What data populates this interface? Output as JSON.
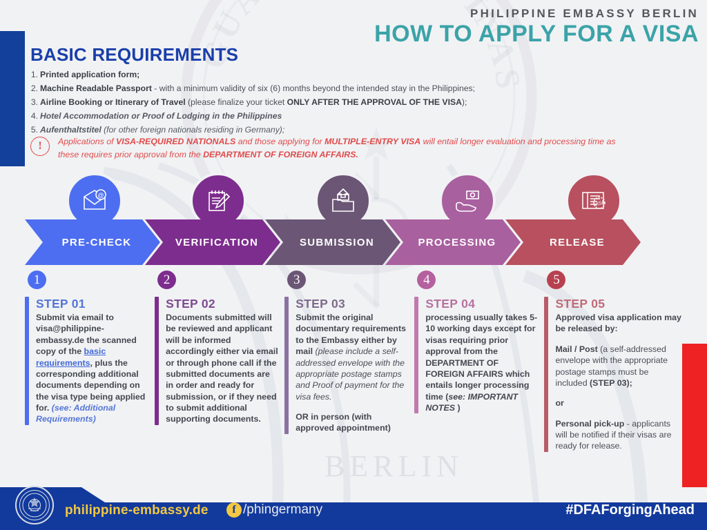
{
  "header": {
    "subtitle": "PHILIPPINE EMBASSY BERLIN",
    "title": "HOW TO APPLY FOR A VISA",
    "title_color": "#3ba3a8"
  },
  "requirements": {
    "heading": "BASIC REQUIREMENTS",
    "heading_color": "#1a3faa",
    "items": [
      {
        "num": "1.",
        "bold": "Printed application form;",
        "rest": ""
      },
      {
        "num": "2.",
        "bold": "Machine Readable Passport",
        "rest": " - with a minimum validity of six (6) months beyond the intended stay in the Philippines;"
      },
      {
        "num": "3.",
        "bold": "Airline Booking or Itinerary of Travel",
        "rest": " (please finalize your ticket ",
        "emph": "ONLY AFTER THE APPROVAL OF THE VISA",
        "tail": ");"
      },
      {
        "num": "4.",
        "bold_italic": "Hotel Accommodation or Proof of Lodging in the Philippines",
        "rest": ""
      },
      {
        "num": "5.",
        "bold_italic": "Aufenthaltstitel",
        "rest_italic": " (for other foreign nationals residing in Germany);"
      }
    ]
  },
  "notice": {
    "icon": "exclamation-icon",
    "color": "#e04b4b",
    "part1": "Applications of ",
    "b1": "VISA-REQUIRED NATIONALS",
    "part2": " and those applying for ",
    "b2": "MULTIPLE-ENTRY VISA",
    "part3": " will entail longer evaluation and processing time as these requires prior approval from the ",
    "b3": "DEPARTMENT OF FOREIGN AFFAIRS."
  },
  "flow": [
    {
      "label": "PRE-CHECK",
      "color": "#4d6ef0",
      "icon": "email-envelope-icon"
    },
    {
      "label": "VERIFICATION",
      "color": "#7d2d8e",
      "icon": "clipboard-pencil-icon"
    },
    {
      "label": "SUBMISSION",
      "color": "#6b5675",
      "icon": "file-upload-icon"
    },
    {
      "label": "PROCESSING",
      "color": "#a9609f",
      "icon": "cash-in-hand-icon"
    },
    {
      "label": "RELEASE",
      "color": "#b8505f",
      "icon": "visa-passport-icon"
    }
  ],
  "steps": [
    {
      "number": "1",
      "circle_color": "#4d6ef0",
      "bar_color": "#4d6ef0",
      "title": "STEP 01",
      "title_color": "#5576d6",
      "p1": "Submit via email to visa@philippine-embassy.de the scanned copy of the ",
      "link": "basic requirements",
      "p2": ", plus the corresponding additional documents depending on the visa type being applied for. ",
      "p3": "(see: Additional Requirements)"
    },
    {
      "number": "2",
      "circle_color": "#7d2d8e",
      "bar_color": "#7d2d8e",
      "title": "STEP 02",
      "title_color": "#7d4b91",
      "p1": "Documents submitted will be reviewed and applicant will be informed accordingly either via email or through phone call if the submitted documents are in order and ready for submission, or if they need to submit additional supporting documents."
    },
    {
      "number": "3",
      "circle_color": "#6b5675",
      "bar_color": "#8a72a0",
      "title": "STEP 03",
      "title_color": "#7d6a8c",
      "p1": "Submit the original documentary requirements to the Embassy either by mail ",
      "p2": "(please include a self-addressed envelope with the appropriate postage stamps and Proof of payment for the visa fees.",
      "p3": "OR in person (with approved appointment)"
    },
    {
      "number": "4",
      "circle_color": "#b5609f",
      "bar_color": "#c07aae",
      "title": "STEP 04",
      "title_color": "#b5729f",
      "p1": "processing usually takes 5-10 working days except for visas requiring prior approval from the DEPARTMENT OF FOREIGN AFFAIRS which entails longer processing time (",
      "p2": "see: IMPORTANT NOTES",
      "p3": " )"
    },
    {
      "number": "5",
      "circle_color": "#b8414f",
      "bar_color": "#b85c6a",
      "title": "STEP 05",
      "title_color": "#c06a78",
      "p1": "Approved visa application may be released by:",
      "p2b": "Mail  / Post",
      "p2": " (a self-addressed envelope with the appropriate postage stamps must be included ",
      "p2c": "(STEP 03);",
      "p3": "or",
      "p4b": "Personal pick-up",
      "p4": " - applicants will be notified if their visas are ready for release."
    }
  ],
  "footer": {
    "seal_alt": "dfa-seal",
    "website": "philippine-embassy.de",
    "facebook_icon": "facebook-icon",
    "facebook_handle": "/phingermany",
    "hashtag": "#DFAForgingAhead",
    "bg_color": "#123a9c",
    "accent_color": "#f3c842"
  },
  "decor": {
    "left_blue_bar_color": "#13409a",
    "right_red_bar_color": "#ee2222",
    "watermark_text": "BERLIN"
  }
}
